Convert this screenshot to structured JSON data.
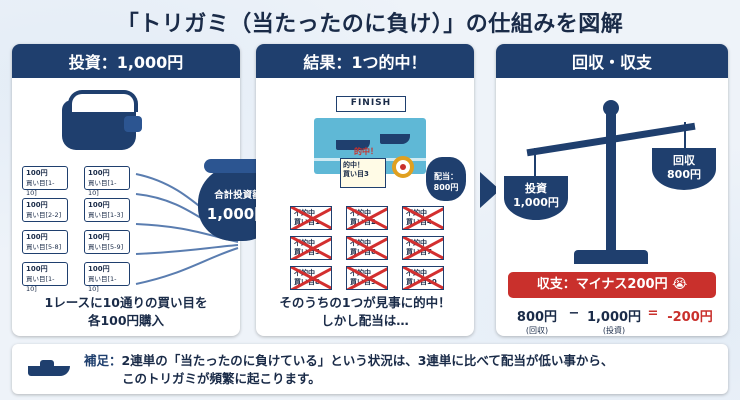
{
  "title": "「トリガミ（当たったのに負け）」の仕組みを図解",
  "colors": {
    "navy": "#1f3f6e",
    "red": "#c9302c",
    "water": "#5fb8d6"
  },
  "panel1": {
    "header": "投資：1,000円",
    "tickets": [
      {
        "price": "100円",
        "bet": "買い目[1-10]"
      },
      {
        "price": "100円",
        "bet": "買い目[1-10]"
      },
      {
        "price": "100円",
        "bet": "買い目[2-2]"
      },
      {
        "price": "100円",
        "bet": "買い目[1-3]"
      },
      {
        "price": "100円",
        "bet": "買い目[5-8]"
      },
      {
        "price": "100円",
        "bet": "買い目[5-9]"
      },
      {
        "price": "100円",
        "bet": "買い目[1-10]"
      },
      {
        "price": "100円",
        "bet": "買い目[1-10]"
      }
    ],
    "caption_line1": "1レースに10通りの買い目を",
    "caption_line2": "各100円購入"
  },
  "pot": {
    "label": "合計投資額",
    "amount": "1,000円"
  },
  "panel2": {
    "header": "結果：1つ的中！",
    "finish_text": "FINISH",
    "hit_ticket": {
      "line1": "的中！",
      "line2": "買い目3"
    },
    "hit_badge": "的中！",
    "payout_label": "配当：",
    "payout_amount": "800円",
    "miss_label": "不的中",
    "miss_bets": [
      "買い目1",
      "買い目2",
      "買い目4",
      "買い目5",
      "買い目6",
      "買い目7",
      "買い目8",
      "買い目9",
      "買い目10"
    ],
    "caption_line1": "そのうちの1つが見事に的中！",
    "caption_line2": "しかし配当は…"
  },
  "panel3": {
    "header": "回収・収支",
    "left_pan_label": "投資",
    "left_pan_amount": "1,000円",
    "right_pan_label": "回収",
    "right_pan_amount": "800円",
    "loss_text": "収支：マイナス200円",
    "loss_emoji": "😭",
    "calc_a": "800円",
    "calc_a_sub": "(回収)",
    "calc_minus": "−",
    "calc_b": "1,000円",
    "calc_b_sub": "(投資)",
    "calc_eq": "=",
    "calc_result": "-200円"
  },
  "note": {
    "label": "補足：",
    "line1": "2連単の「当たったのに負けている」という状況は、3連単に比べて配当が低い事から、",
    "line2": "このトリガミが頻繁に起こります。"
  }
}
